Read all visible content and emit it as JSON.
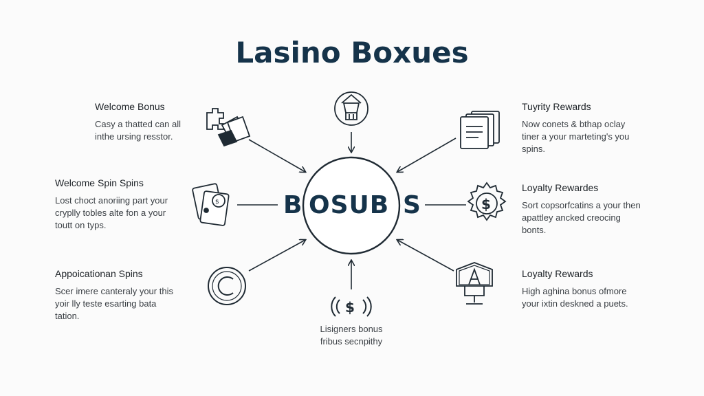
{
  "title": "Lasino Boxues",
  "hub": {
    "left_text": "B",
    "center_text": "OSUB",
    "right_text": "S"
  },
  "nodes": {
    "left_top": {
      "heading": "Welcome Bonus",
      "lines": [
        "Casy a thatted can all",
        "inthe ursing resstor."
      ]
    },
    "left_mid": {
      "heading": "Welcome Spin Spins",
      "lines": [
        "Lost choct anoriing part your",
        "cryplly tobles alte fon a your",
        "toutt on typs."
      ]
    },
    "left_bottom": {
      "heading": "Appoicationan Spins",
      "lines": [
        "Scer imere canteraly your this",
        "yoir lly teste esarting bata",
        "tation."
      ]
    },
    "right_top": {
      "heading": "Tuyrity Rewards",
      "lines": [
        "Now conets & bthap oclay",
        "tiner a your marteting's you",
        "spins."
      ]
    },
    "right_mid": {
      "heading": "Loyalty Rewardes",
      "lines": [
        "Sort copsorfcatins a your then",
        "apattley ancked creocing",
        "bonts."
      ]
    },
    "right_bottom": {
      "heading": "Loyalty Rewards",
      "lines": [
        "High aghina bonus ofmore",
        "your ixtin deskned a puets."
      ]
    },
    "bottom": {
      "lines": [
        "Lisigners bonus",
        "fribus secnpithy"
      ]
    }
  },
  "colors": {
    "ink": "#1f2a33",
    "title": "#15334a",
    "background": "#fbfbfb"
  },
  "icons": [
    "puzzle-cards-icon",
    "dice-cards-icon",
    "copyright-coin-icon",
    "trophy-badge-icon",
    "documents-icon",
    "dollar-gear-icon",
    "shield-letter-icon",
    "dollar-signal-icon"
  ]
}
